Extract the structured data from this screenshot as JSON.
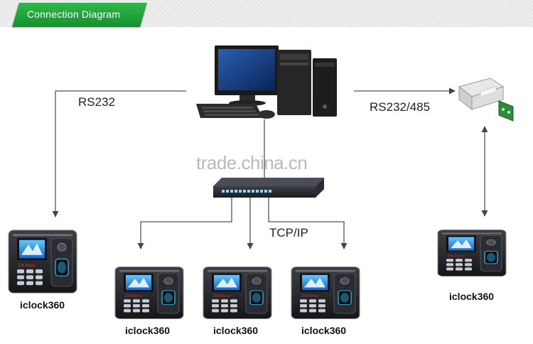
{
  "header": {
    "title": "Connection Diagram"
  },
  "links": {
    "rs232": "RS232",
    "rs232_485": "RS232/485",
    "tcpip": "TCP/IP"
  },
  "watermark": "trade.china.cn",
  "devices": [
    {
      "label": "iclock360"
    },
    {
      "label": "iclock360"
    },
    {
      "label": "iclock360"
    },
    {
      "label": "iclock360"
    },
    {
      "label": "iclock360"
    }
  ],
  "device_brand": "ZKTeco",
  "colors": {
    "banner": "#1fa33c",
    "line": "#555555"
  }
}
